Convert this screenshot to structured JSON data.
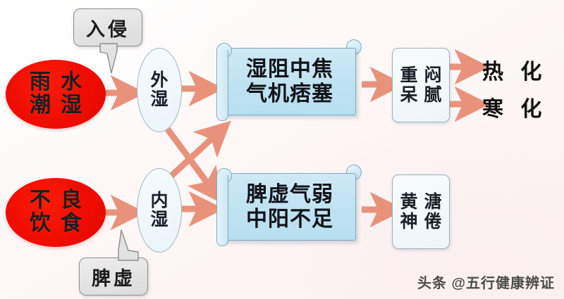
{
  "diagram": {
    "title_watermark": "头条 @五行健康辨证",
    "accent_arrow_color": "#e8927c",
    "red_node_color": "#ee0c00",
    "scroll_fill_color": "#c2e3f2",
    "light_box_color": "#f1f7fa",
    "callout_color": "#e3e3e3"
  },
  "causes": [
    {
      "id": "rain-damp",
      "chars": [
        "雨",
        "水",
        "潮",
        "湿"
      ]
    },
    {
      "id": "bad-diet",
      "chars": [
        "不",
        "良",
        "饮",
        "食"
      ]
    }
  ],
  "callouts": [
    {
      "id": "invasion",
      "label": "入侵"
    },
    {
      "id": "spleen-deficiency",
      "label": "脾虚"
    }
  ],
  "damp_types": [
    {
      "id": "external-damp",
      "line1": "外",
      "line2": "湿"
    },
    {
      "id": "internal-damp",
      "line1": "内",
      "line2": "湿"
    }
  ],
  "syndromes": [
    {
      "id": "damp-blocking-middle",
      "line1": "湿阻中焦",
      "line2": "气机痞塞"
    },
    {
      "id": "spleen-qi-weak",
      "line1": "脾虚气弱",
      "line2": "中阳不足"
    }
  ],
  "manifestations": [
    {
      "id": "heavy-stifling",
      "chars": [
        "重",
        "闷",
        "呆",
        "腻"
      ]
    },
    {
      "id": "yellow-loose-stool",
      "chars": [
        "黄",
        "溏",
        "神",
        "倦"
      ]
    }
  ],
  "outcomes": [
    {
      "id": "heat-transform",
      "label": "热 化"
    },
    {
      "id": "cold-transform",
      "label": "寒 化"
    }
  ]
}
